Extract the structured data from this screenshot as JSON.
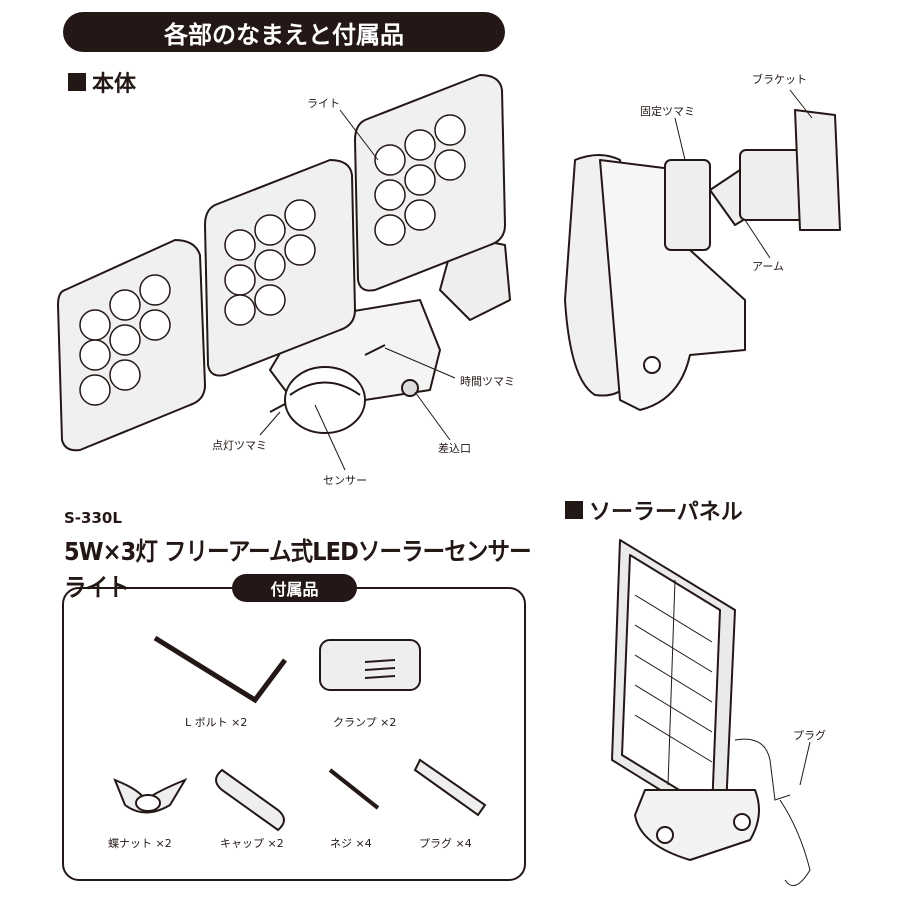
{
  "header": {
    "title": "各部のなまえと付属品"
  },
  "body_section": {
    "title": "本体",
    "labels": {
      "light": "ライト",
      "time_knob": "時間ツマミ",
      "socket": "差込口",
      "lighting_knob": "点灯ツマミ",
      "sensor": "センサー",
      "bracket": "ブラケット",
      "fixing_knob": "固定ツマミ",
      "arm": "アーム"
    }
  },
  "product": {
    "model": "S-330L",
    "name": "5W×3灯 フリーアーム式LEDソーラーセンサーライト"
  },
  "accessories": {
    "title": "付属品",
    "items": [
      {
        "label": "L ボルト ×2"
      },
      {
        "label": "クランプ ×2"
      },
      {
        "label": "蝶ナット ×2"
      },
      {
        "label": "キャップ ×2"
      },
      {
        "label": "ネジ ×4"
      },
      {
        "label": "プラグ ×4"
      }
    ]
  },
  "solar_section": {
    "title": "ソーラーパネル",
    "labels": {
      "plug": "プラグ"
    }
  }
}
